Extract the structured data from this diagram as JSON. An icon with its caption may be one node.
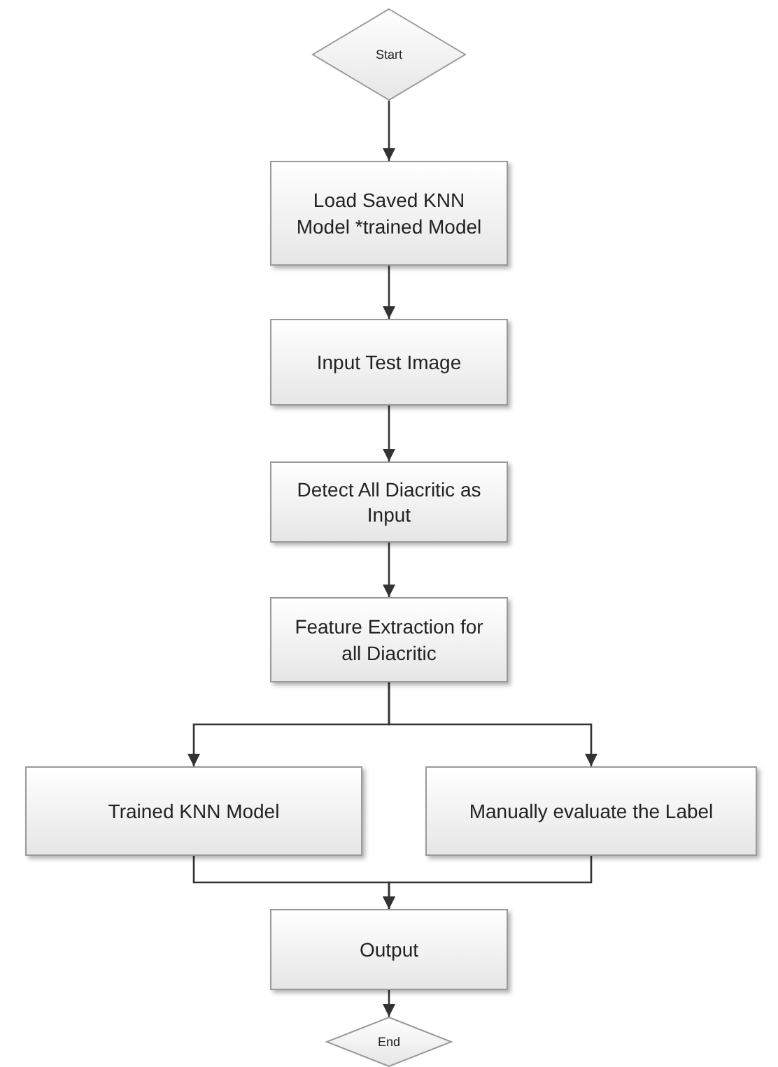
{
  "diagram": {
    "nodes": [
      {
        "text": [
          "Start"
        ]
      },
      {
        "text": [
          "Load Saved KNN Model *trained Model"
        ]
      },
      {
        "text": [
          "Input Test Image"
        ]
      },
      {
        "text": [
          "Detect All Diacritic as Input"
        ]
      },
      {
        "text": [
          "Feature Extraction for all Diacritic"
        ]
      },
      {
        "text": [
          "Trained KNN Model"
        ]
      },
      {
        "text": [
          "Manually evaluate the Label"
        ]
      },
      {
        "text": [
          "Output"
        ]
      },
      {
        "text": [
          "End"
        ]
      }
    ],
    "edges": [
      {
        "from": 0,
        "to": 1,
        "arrow": "to"
      },
      {
        "from": 1,
        "to": 2,
        "arrow": "to"
      },
      {
        "from": 2,
        "to": 3,
        "arrow": "to"
      },
      {
        "from": 3,
        "to": 4,
        "arrow": "to"
      },
      {
        "from": 4,
        "to": 5,
        "arrow": "to"
      },
      {
        "from": 4,
        "to": 6,
        "arrow": "to"
      },
      {
        "from": 5,
        "to": 7,
        "arrow": "to"
      },
      {
        "from": 6,
        "to": 7,
        "arrow": "to"
      },
      {
        "from": 7,
        "to": 8,
        "arrow": "to"
      }
    ]
  }
}
